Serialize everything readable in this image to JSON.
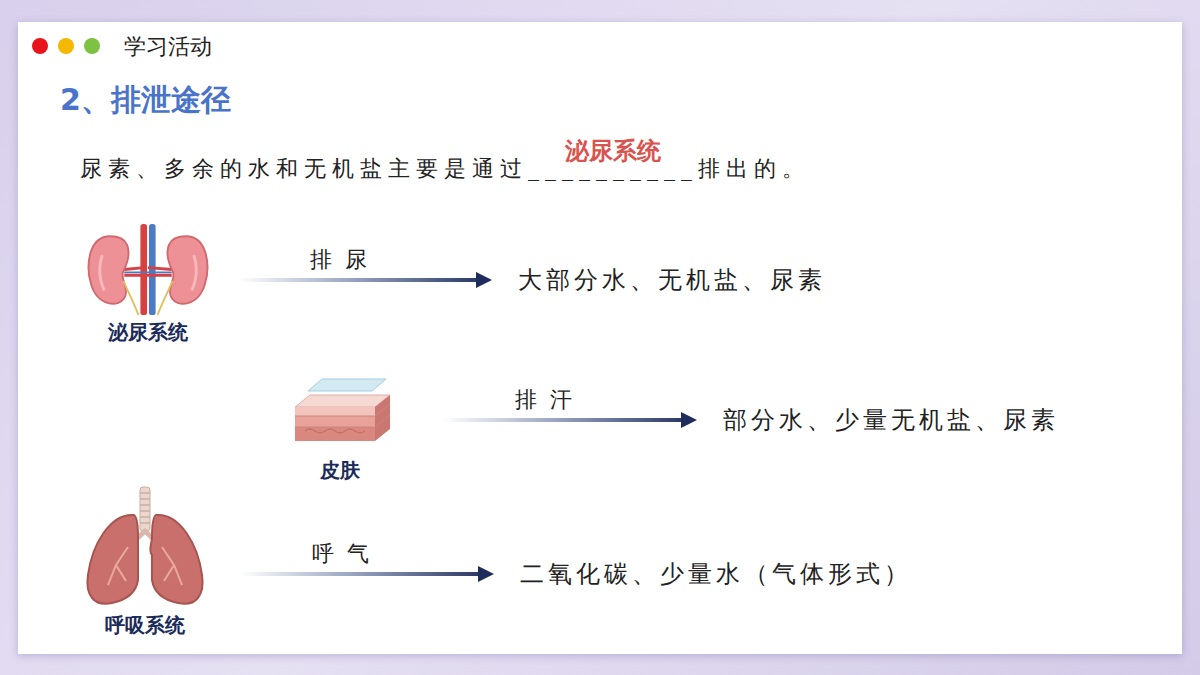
{
  "diagram": {
    "title": "2、排泄途径",
    "nodes": [
      {
        "text": [
          "泌尿系统"
        ]
      },
      {
        "text": [
          "大部分水、无机盐、尿素"
        ]
      },
      {
        "text": [
          "皮肤"
        ]
      },
      {
        "text": [
          "部分水、少量无机盐、尿素"
        ]
      },
      {
        "text": [
          "呼吸系统"
        ]
      },
      {
        "text": [
          "二氧化碳、少量水（气体形式）"
        ]
      }
    ],
    "edges": [
      {
        "from": 0,
        "to": 1,
        "arrow": "to",
        "label": "排 尿"
      },
      {
        "from": 2,
        "to": 3,
        "arrow": "to",
        "label": "排 汗"
      },
      {
        "from": 4,
        "to": 5,
        "arrow": "to",
        "label": "呼 气"
      }
    ],
    "labels": [
      "学习活动",
      "尿素、多余的水和无机盐主要是通过__________排出的。",
      "泌尿系统"
    ]
  }
}
